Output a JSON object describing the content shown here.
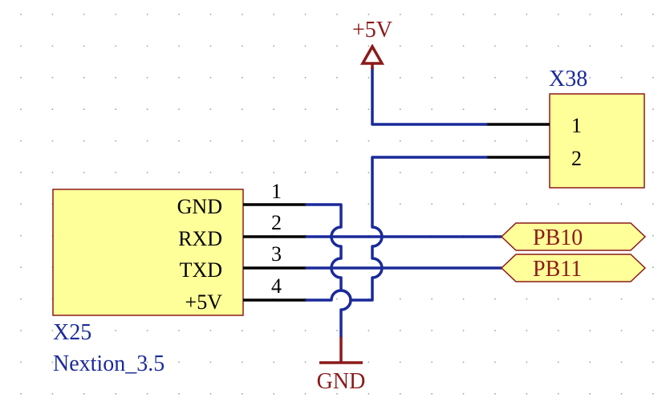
{
  "power": {
    "vcc_label": "+5V",
    "gnd_label": "GND"
  },
  "x38": {
    "designator": "X38",
    "pins": [
      "1",
      "2"
    ]
  },
  "x25": {
    "designator": "X25",
    "part": "Nextion_3.5",
    "pin_names": [
      "GND",
      "RXD",
      "TXD",
      "+5V"
    ],
    "pin_numbers": [
      "1",
      "2",
      "3",
      "4"
    ]
  },
  "ports": [
    "PB10",
    "PB11"
  ]
}
